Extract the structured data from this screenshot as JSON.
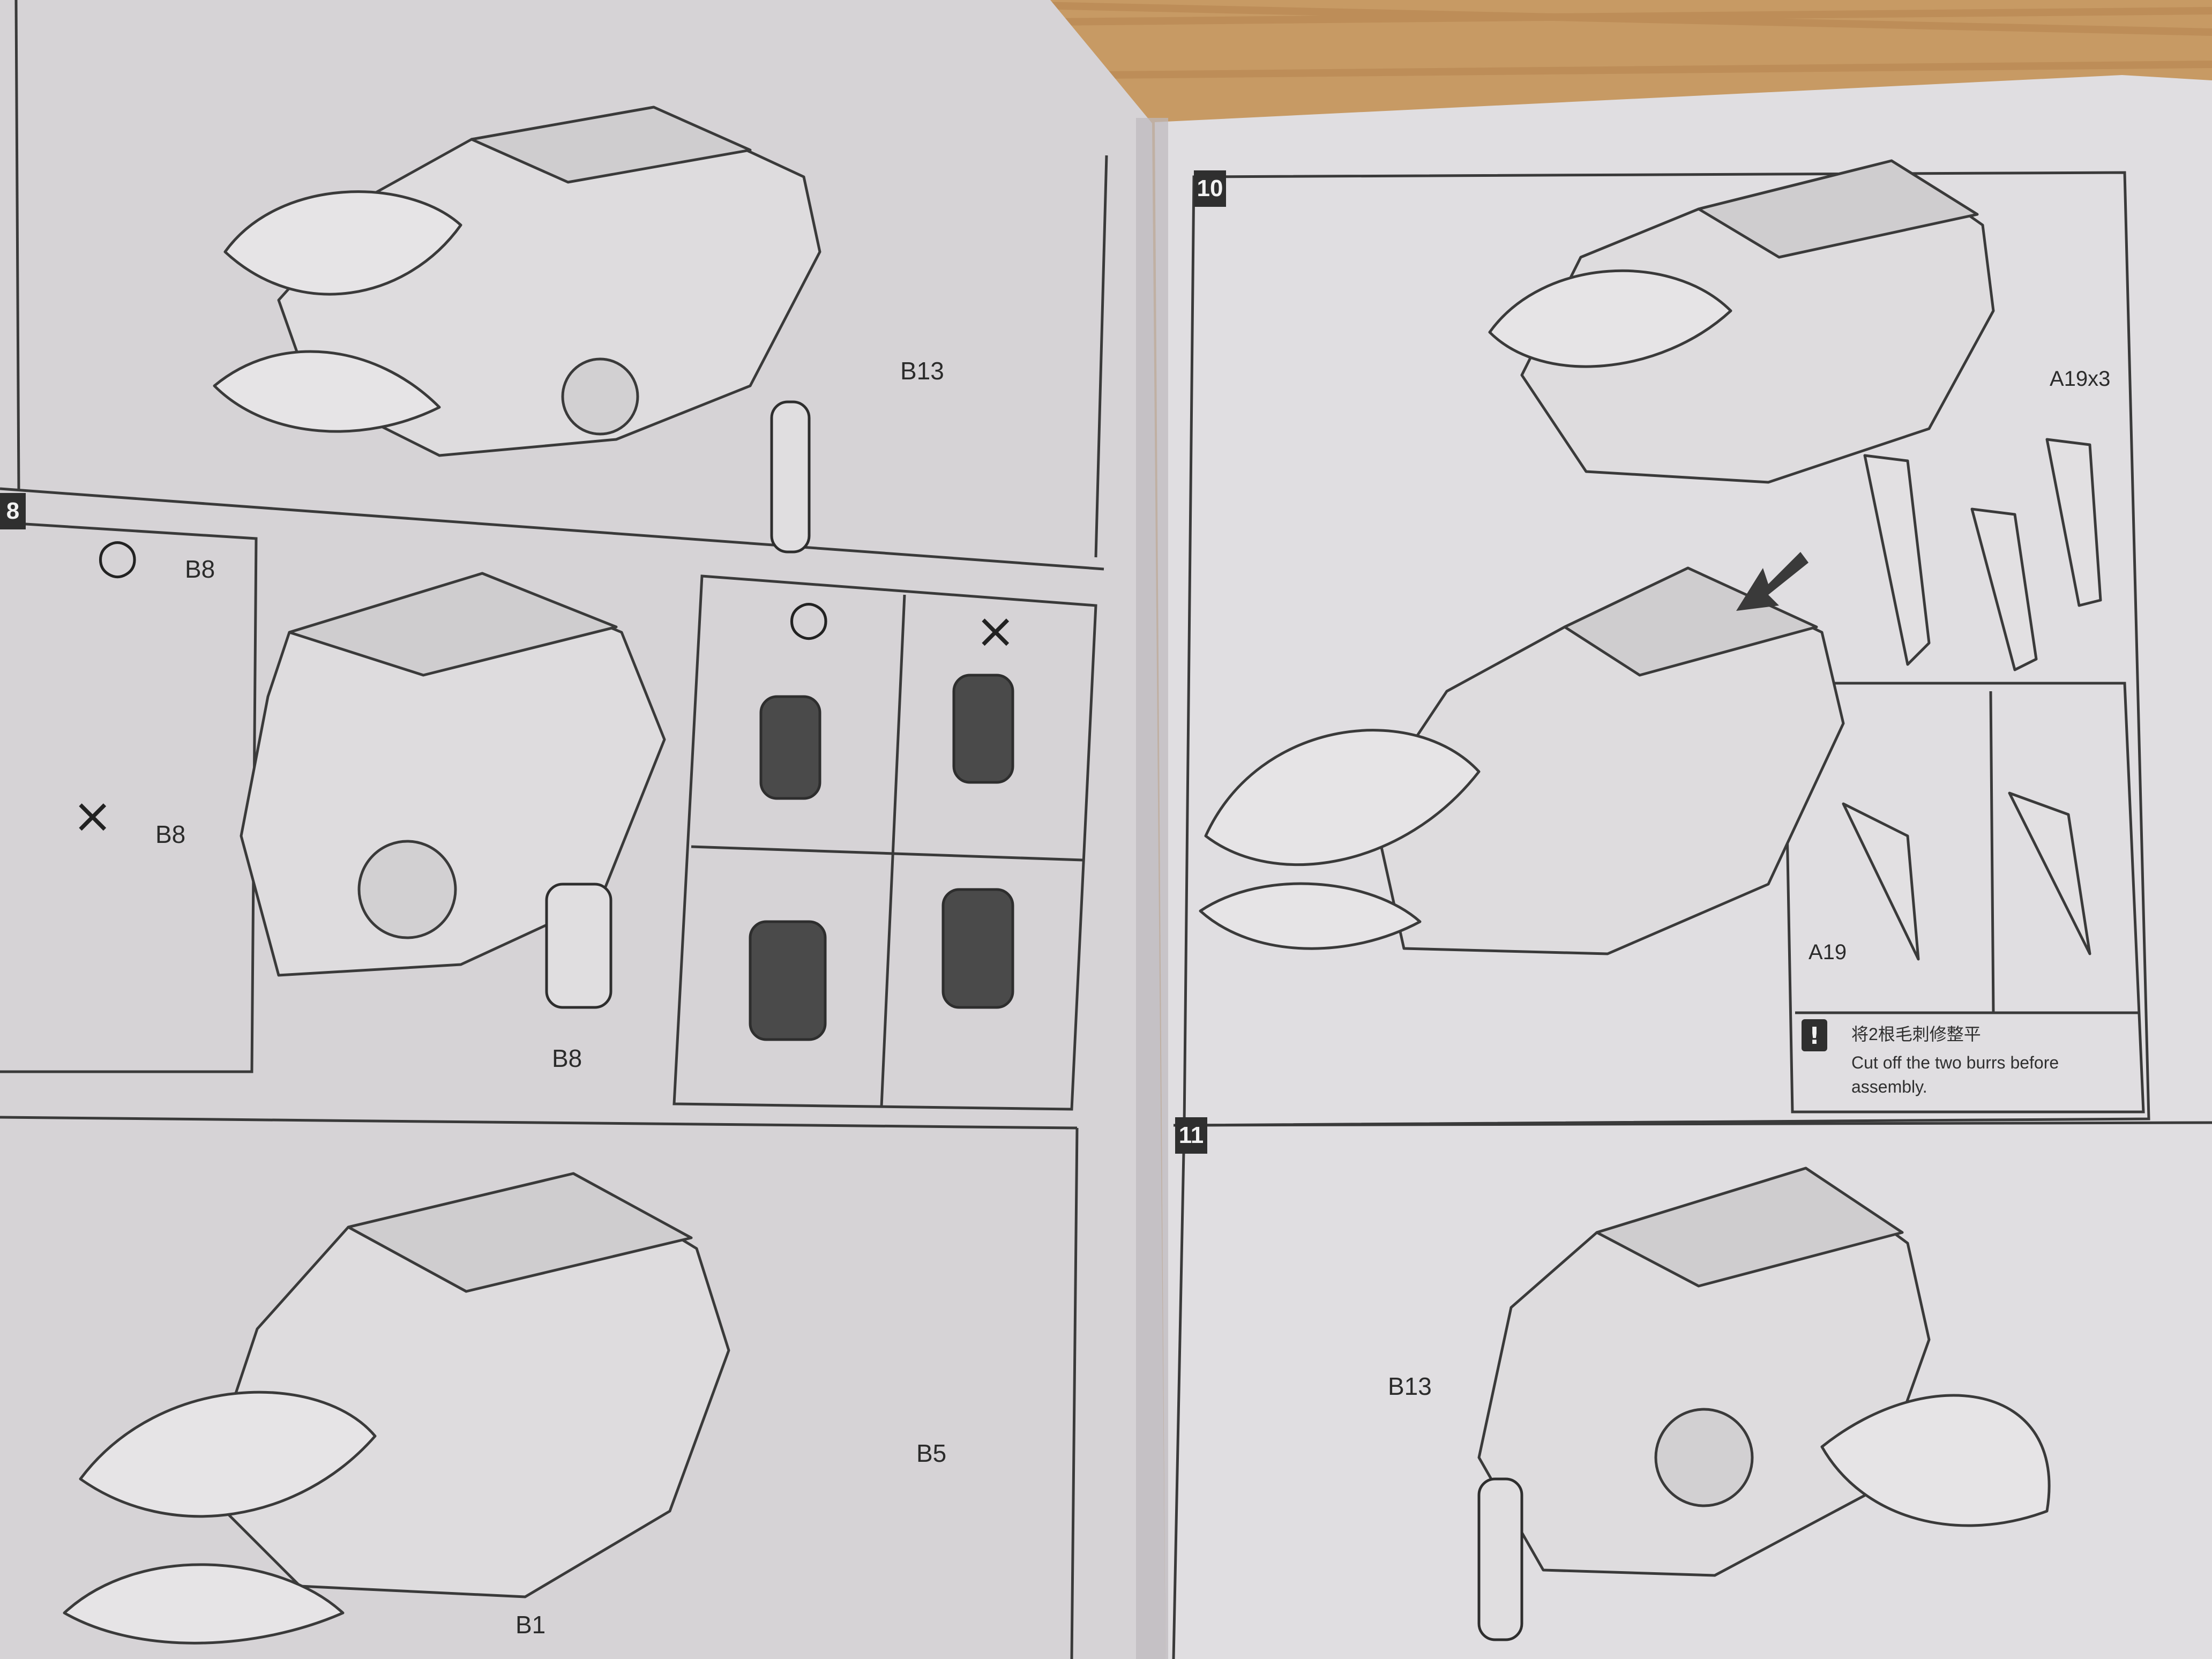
{
  "steps": {
    "step8": "8",
    "step10": "10",
    "step11": "11"
  },
  "parts": {
    "b13_top": "B13",
    "b8_ok": "B8",
    "b8_bad": "B8",
    "b8_main": "B8",
    "b5": "B5",
    "b1": "B1",
    "a19x3": "A19x3",
    "a19": "A19",
    "b13_bottom": "B13"
  },
  "symbols": {
    "correct": "○",
    "wrong": "×"
  },
  "note": {
    "zh": "将2根毛刺修整平",
    "en_line1": "Cut off the two burrs before",
    "en_line2": "assembly."
  },
  "colors": {
    "page": "#dcdadb",
    "wood": "#c99b66",
    "line": "#3a3a3a",
    "dark_part": "#4a4a4a"
  }
}
